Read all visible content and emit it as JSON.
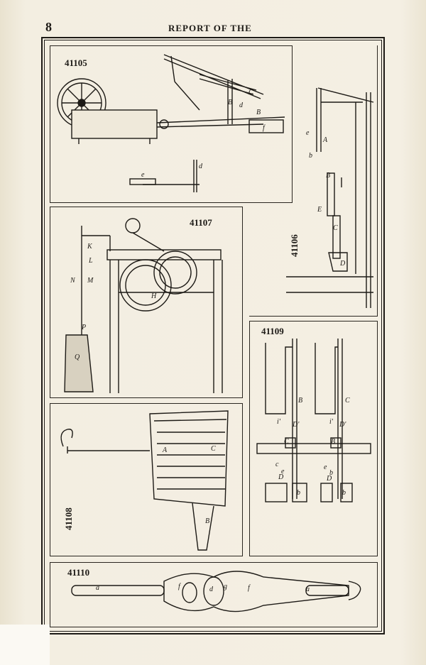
{
  "page_number": "8",
  "running_head": "REPORT OF THE",
  "panels": {
    "p41105": {
      "number": "41105",
      "labels": {
        "c_upper": "C",
        "b_upper1": "B",
        "d": "d",
        "b_upper2": "B",
        "f": "f",
        "e": "e",
        "d2": "d"
      }
    },
    "p41106": {
      "number": "41106",
      "labels": {
        "e": "e",
        "b": "b",
        "a": "A",
        "b_upper": "B",
        "e2": "E",
        "c": "C",
        "d": "D"
      }
    },
    "p41107": {
      "number": "41107",
      "labels": {
        "k": "K",
        "l": "L",
        "n": "N",
        "m": "M",
        "h": "H",
        "p": "P",
        "q": "Q"
      }
    },
    "p41108": {
      "number": "41108",
      "labels": {
        "a": "A",
        "c": "C",
        "b": "B"
      }
    },
    "p41109": {
      "number": "41109",
      "labels": {
        "b": "B",
        "c": "C",
        "d1": "D'",
        "d2": "D'",
        "c_box": "C",
        "b_box": "B",
        "i1": "i'",
        "i2": "i'",
        "c_small": "c",
        "e_small": "e",
        "d_low": "D",
        "b_low": "b",
        "e2": "e",
        "b2": "b",
        "d_low2": "D",
        "b_low2": "b"
      }
    },
    "p41110": {
      "number": "41110",
      "labels": {
        "a1": "a",
        "f1": "f",
        "d": "d",
        "g": "g",
        "f2": "f",
        "a2": "a"
      }
    }
  }
}
